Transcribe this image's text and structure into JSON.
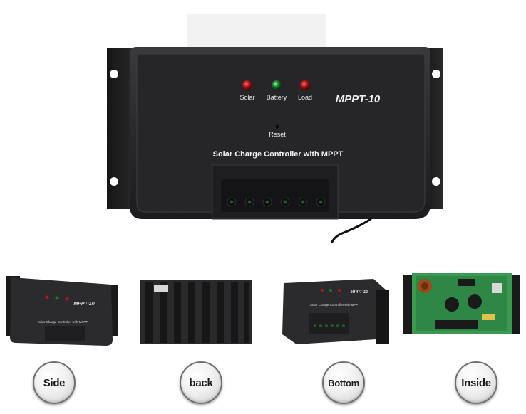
{
  "product": {
    "led_labels": {
      "solar": "Solar",
      "battery": "Battery",
      "load": "Load"
    },
    "model": "MPPT-10",
    "reset_label": "Reset",
    "panel_text": "Solar Charge Controller with MPPT"
  },
  "views": [
    {
      "label": "Side"
    },
    {
      "label": "back"
    },
    {
      "label": "Bottom"
    },
    {
      "label": "Inside"
    }
  ],
  "colors": {
    "case": "#2b2b2e",
    "led_red": "#b3171b",
    "led_green": "#1f7a2e",
    "pcb_green": "#3b9a52"
  }
}
